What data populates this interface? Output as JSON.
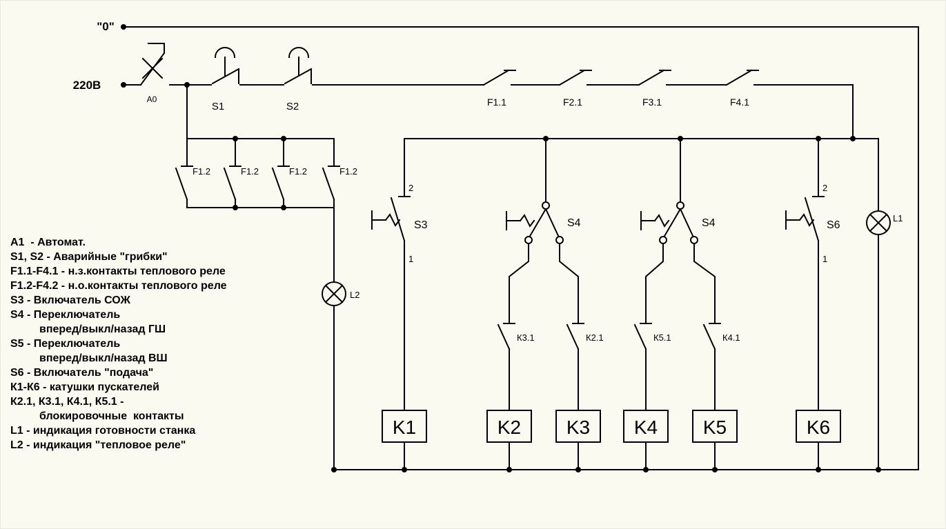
{
  "colors": {
    "background": "#fbfaf0",
    "ink": "#000000"
  },
  "labels": {
    "zero_rail": "\"0\"",
    "supply": "220В",
    "breaker": "A0",
    "s1": "S1",
    "s2": "S2",
    "f11": "F1.1",
    "f21": "F2.1",
    "f31": "F3.1",
    "f41": "F4.1",
    "f12a": "F1.2",
    "f12b": "F1.2",
    "f12c": "F1.2",
    "f12d": "F1.2",
    "s3": "S3",
    "s4a": "S4",
    "s4b": "S4",
    "s6": "S6",
    "pin_top": "2",
    "pin_bottom": "1",
    "k31": "К3.1",
    "k21": "К2.1",
    "k51": "К5.1",
    "k41": "К4.1",
    "k1": "K1",
    "k2": "K2",
    "k3": "K3",
    "k4": "K4",
    "k5": "K5",
    "k6": "K6",
    "l1": "L1",
    "l2": "L2"
  },
  "legend": {
    "lines": [
      "А1  - Автомат.",
      "S1, S2 - Аварийные \"грибки\"",
      "F1.1-F4.1 - н.з.контакты теплового реле",
      "F1.2-F4.2 - н.о.контакты теплового реле",
      "S3 - Включатель СОЖ",
      "S4 - Переключатель",
      "вперед/выкл/назад ГШ",
      "S5 - Переключатель",
      "вперед/выкл/назад ВШ",
      "S6 - Включатель \"подача\"",
      "К1-К6 - катушки пускателей",
      "К2.1, К3.1, К4.1, К5.1 -",
      "блокировочные  контакты",
      "L1 - индикация готовности станка",
      "L2 - индикация \"тепловое реле\""
    ]
  }
}
